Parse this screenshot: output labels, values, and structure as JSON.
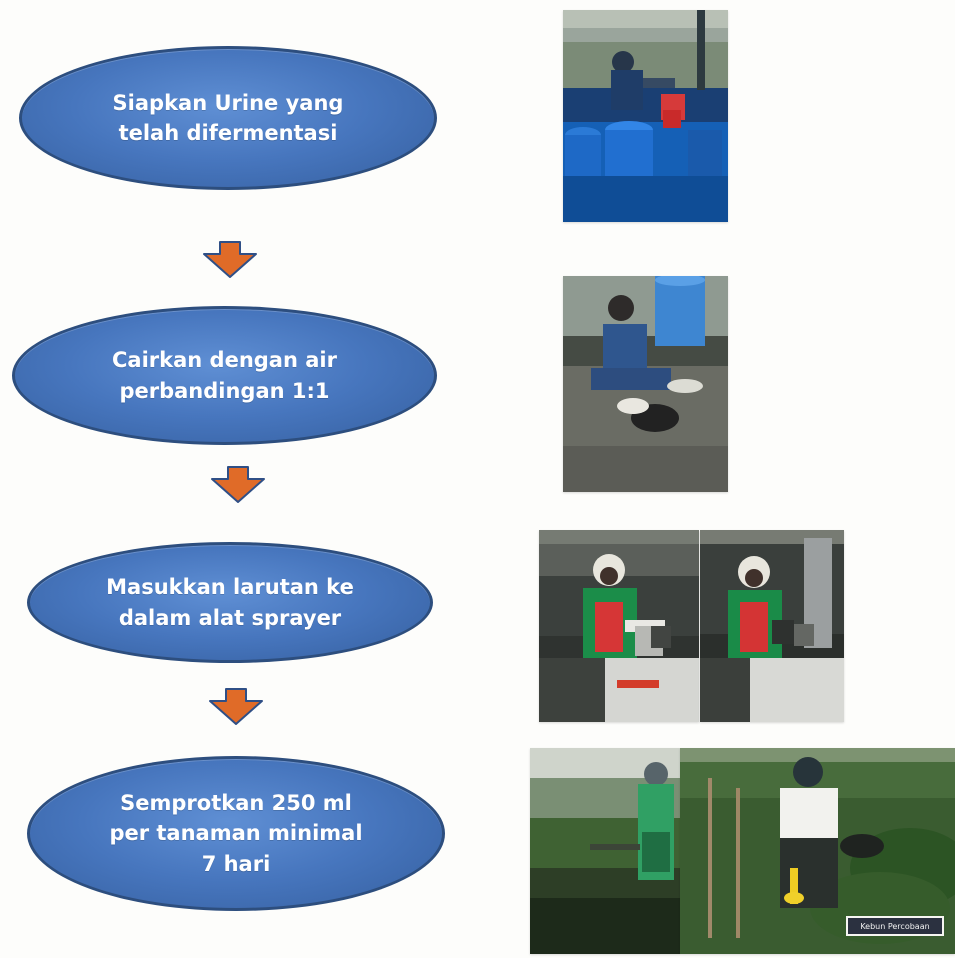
{
  "flowchart": {
    "steps": [
      {
        "label": "Siapkan Urine yang\ntelah difermentasi"
      },
      {
        "label": "Cairkan dengan air\nperbandingan 1:1"
      },
      {
        "label": "Masukkan larutan ke\ndalam alat sprayer"
      },
      {
        "label": "Semprotkan 250 ml\nper tanaman minimal\n7 hari"
      }
    ],
    "arrow_color": "#e06b28",
    "ellipse_color": "#4776be"
  },
  "photos": {
    "photo_4b_sign": "Kebun Percobaan"
  }
}
